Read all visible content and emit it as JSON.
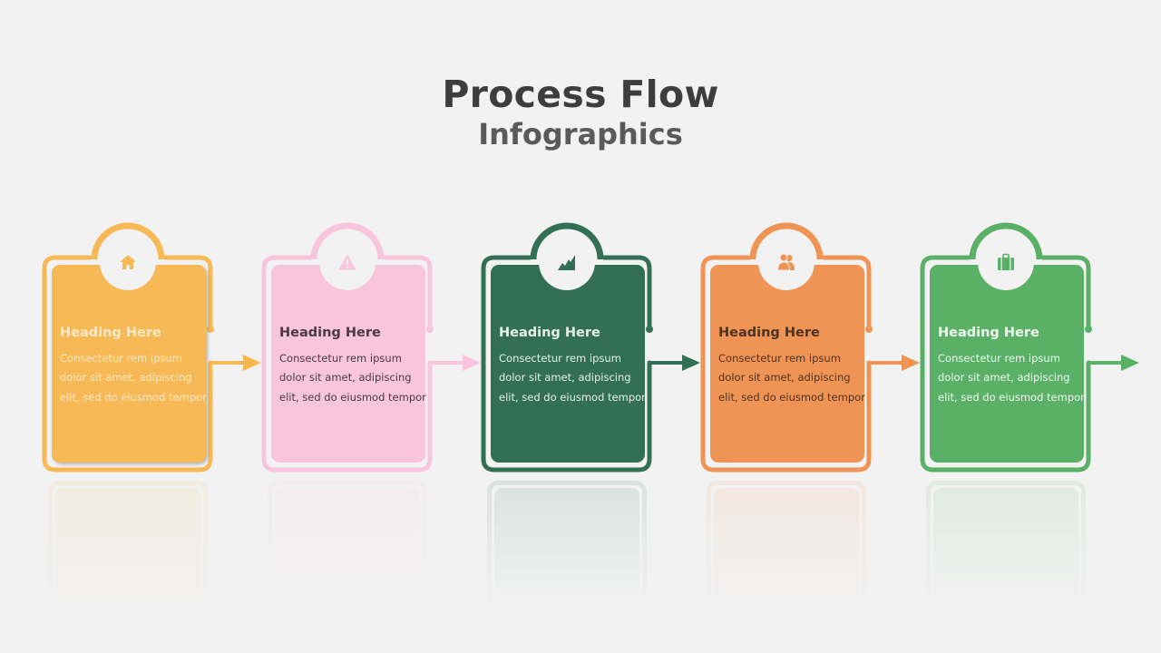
{
  "title": {
    "main": "Process Flow",
    "sub": "Infographics"
  },
  "steps": [
    {
      "heading": "Heading Here",
      "body": "Consectetur rem ipsum dolor sit amet, adipiscing elit, sed do eiusmod tempor",
      "icon": "home-icon",
      "color": "#f7b955",
      "text_color": "#fbe9c8"
    },
    {
      "heading": "Heading Here",
      "body": "Consectetur rem ipsum dolor sit amet, adipiscing elit, sed do eiusmod tempor",
      "icon": "warning-icon",
      "color": "#f8c5dc",
      "text_color": "#4a3a42"
    },
    {
      "heading": "Heading Here",
      "body": "Consectetur rem ipsum dolor sit amet, adipiscing elit, sed do eiusmod tempor",
      "icon": "chart-area-icon",
      "color": "#336f55",
      "text_color": "#e6f0ea"
    },
    {
      "heading": "Heading Here",
      "body": "Consectetur rem ipsum dolor sit amet, adipiscing elit, sed do eiusmod tempor",
      "icon": "users-icon",
      "color": "#ef9455",
      "text_color": "#4e3322"
    },
    {
      "heading": "Heading Here",
      "body": "Consectetur rem ipsum dolor sit amet, adipiscing elit, sed do eiusmod tempor",
      "icon": "briefcase-icon",
      "color": "#5bb068",
      "text_color": "#eef8ef"
    }
  ],
  "colors": {
    "background": "#f2f2f2",
    "title": "#3d3d3d",
    "subtitle": "#5a5a5a"
  }
}
